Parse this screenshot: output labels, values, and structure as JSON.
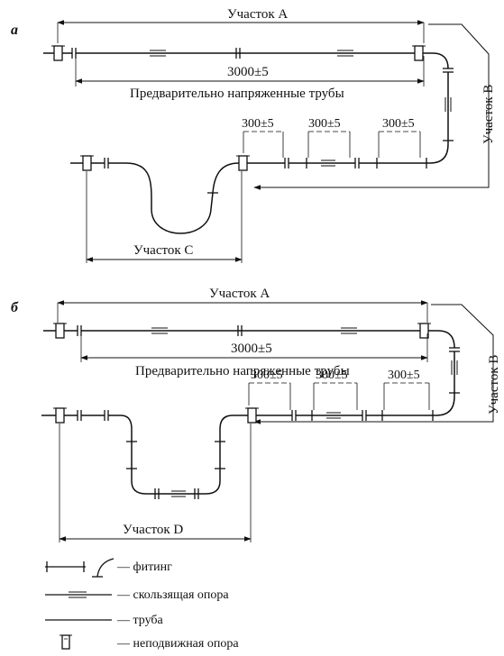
{
  "panel_a": {
    "tag": "а",
    "section_a": "Участок A",
    "section_b": "Участок B",
    "section_c": "Участок C",
    "length_label": "3000±5",
    "pipes_caption": "Предварительно напряженные трубы",
    "gap_1": "300±5",
    "gap_2": "300±5",
    "gap_3": "300±5"
  },
  "panel_b": {
    "tag": "б",
    "section_a": "Участок A",
    "section_b": "Участок B",
    "section_d": "Участок D",
    "length_label": "3000±5",
    "pipes_caption": "Предварительно напряженные трубы",
    "gap_1": "300±5",
    "gap_2": "300±5",
    "gap_3": "300±5"
  },
  "legend": {
    "fitting": "— фитинг",
    "sliding_support": "— скользящая опора",
    "pipe": "— труба",
    "fixed_support": "— неподвижная опора"
  }
}
